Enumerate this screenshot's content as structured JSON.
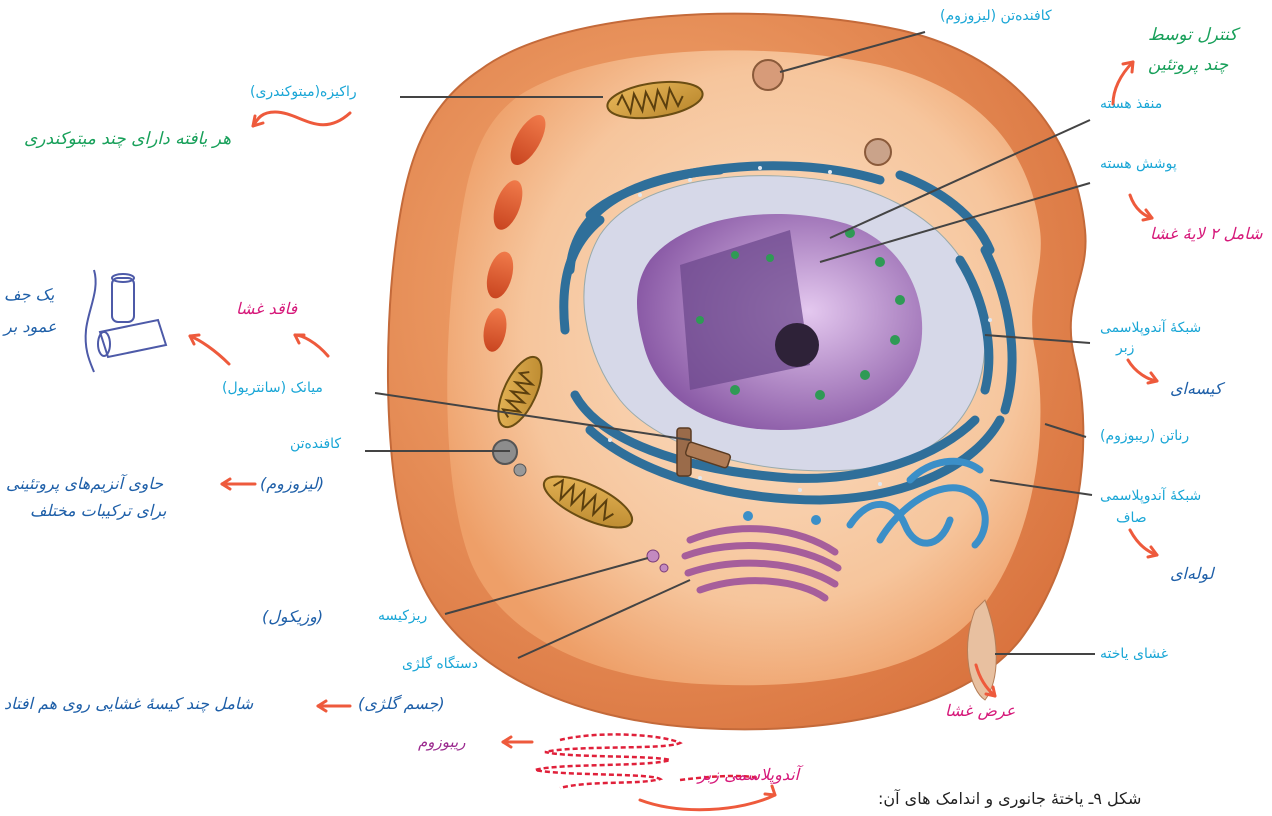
{
  "labels": {
    "lysosome_top": "کافنده‌تن (لیزوزوم)",
    "mitochondrion": "راکیزه(میتوکندری)",
    "mitochondria_note": "هر یافته دارای چند میتوکندری",
    "protein_control": [
      "کنترل توسط",
      "چند پروتئین"
    ],
    "nuclear_pore": "منفذ هسته",
    "nuclear_envelope": "پوشش هسته",
    "two_membrane_layers": "شامل ۲ لایۀ غشا",
    "pair_perpendicular": [
      "یک جف",
      "عمود بر"
    ],
    "no_membrane": "فاقد غشا",
    "centriole": "میانک (سانتریول)",
    "rough_er": [
      "شبکهٔ آندوپلاسمی",
      "زبر"
    ],
    "sac_like": "کیسه‌ای",
    "ribosome": "رناتن (ریبوزوم)",
    "lysosome_mid": "کافنده‌تن",
    "lysosome_mid_paren": "(لیزوزوم)",
    "enzymes_note": [
      "حاوی آنزیم‌های پروتئینی",
      "برای ترکیبات مختلف"
    ],
    "smooth_er": [
      "شبکهٔ آندوپلاسمی",
      "صاف"
    ],
    "tubular": "لوله‌ای",
    "vesicle_label": "ریزکیسه",
    "vesicle_paren": "(وزیکول)",
    "cell_membrane": "غشای یاخته",
    "golgi": "دستگاه گلژی",
    "golgi_paren": "(جسم گلژی)",
    "golgi_note": "شامل چند کیسهٔ غشایی روی هم افتاد",
    "membrane_thickness": "عرض غشا",
    "ribosome_note": "ریبوزوم",
    "rough_er_note": "آندوپلاسمی زبر",
    "caption": "شکل ۹ـ یاختهٔ جانوری و اندامک های آن:"
  },
  "colors": {
    "cyan_label": "#1aa6d6",
    "arrow": "#ee5a3c",
    "cytoplasm": "#f3a26c",
    "nucleus": "#9c6fb3",
    "er": "#2f6f9a",
    "golgi": "#a65e9b",
    "mito": "#d2691e"
  }
}
